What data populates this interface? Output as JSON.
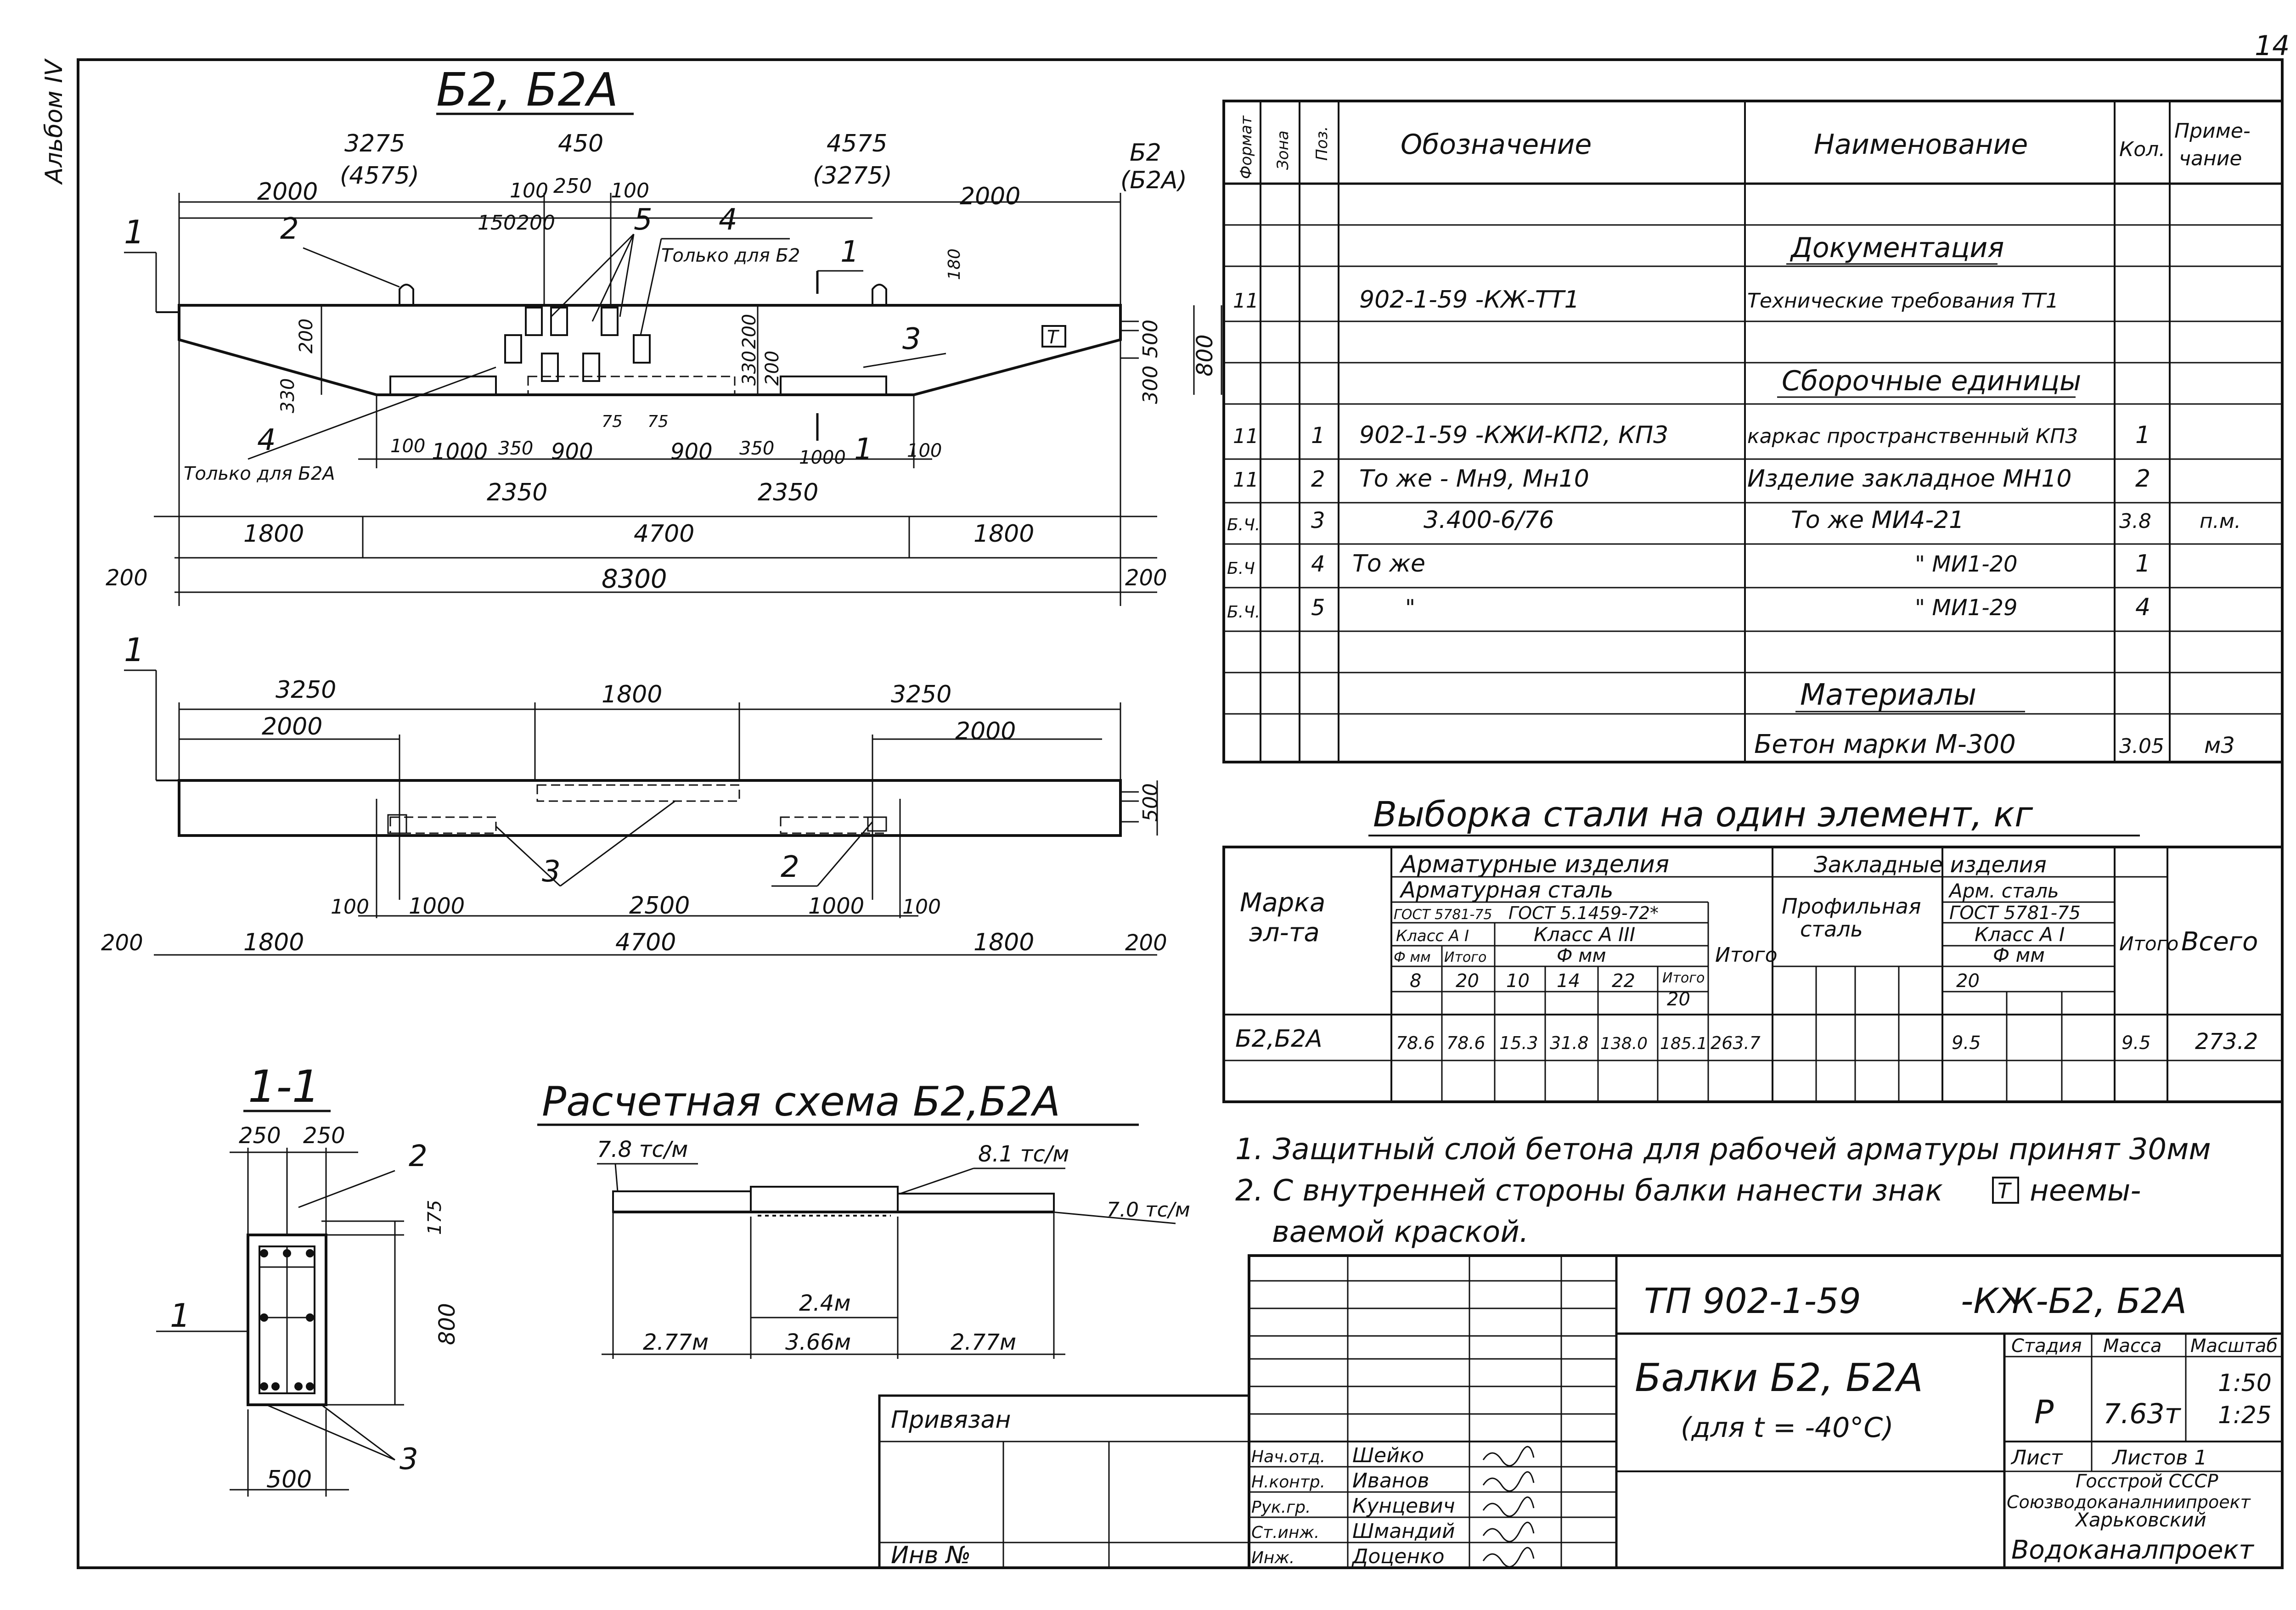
{
  "corner": {
    "margin_note": "Альбом IV",
    "sheet_mark": "14"
  },
  "drawing": {
    "title": "Б2, Б2А",
    "view1": {
      "dims_top": [
        "3275",
        "(4575)",
        "450",
        "4575",
        "(3275)",
        "Б2",
        "(Б2А)",
        "2000",
        "2000",
        "100",
        "250",
        "100",
        "150",
        "200"
      ],
      "callouts": [
        "1",
        "2",
        "4",
        "5",
        "1",
        "3",
        "1",
        "4"
      ],
      "callout_notes": [
        "Только для Б2",
        "Только для Б2А"
      ],
      "dims_left": [
        "200",
        "330"
      ],
      "dims_mid": [
        "200",
        "330",
        "200"
      ],
      "dims_right": [
        "500",
        "800",
        "300"
      ],
      "small_dims": [
        "180",
        "75",
        "75"
      ],
      "dims_bottom": [
        "100",
        "1000",
        "350",
        "900",
        "900",
        "350",
        "1000",
        "100"
      ],
      "dims_2350": [
        "2350",
        "2350"
      ],
      "dims_row3": [
        "1800",
        "4700",
        "1800"
      ],
      "dims_total": [
        "200",
        "8300",
        "200"
      ],
      "t_mark": "Т"
    },
    "view2": {
      "callout": "1",
      "dims_top": [
        "3250",
        "1800",
        "3250",
        "2000",
        "2000"
      ],
      "dim_right": "500",
      "callouts": [
        "3",
        "2"
      ],
      "dims_bottom": [
        "100",
        "1000",
        "2500",
        "1000",
        "100"
      ],
      "dims_total": [
        "200",
        "1800",
        "4700",
        "1800",
        "200"
      ]
    },
    "section": {
      "title": "1-1",
      "dims_top": [
        "250",
        "250"
      ],
      "callouts": [
        "2",
        "1",
        "3"
      ],
      "dims_right": [
        "175",
        "800"
      ],
      "dim_bottom": "500"
    },
    "scheme": {
      "title": "Расчетная схема Б2,Б2А",
      "loads": [
        "7.8 тс/м",
        "8.1 тс/м",
        "7.0 тс/м"
      ],
      "spans": [
        "2.4м",
        "2.77м",
        "3.66м",
        "2.77м"
      ]
    }
  },
  "spec_table": {
    "headers": [
      "Формат",
      "Зона",
      "Поз.",
      "Обозначение",
      "Наименование",
      "Кол.",
      "Приме-\nчание"
    ],
    "rows": [
      {
        "fmt": "",
        "pos": "",
        "code": "",
        "name": "Документация",
        "qty": "",
        "note": "",
        "heading": true
      },
      {
        "fmt": "11",
        "pos": "",
        "code": "902-1-59 -КЖ-ТТ1",
        "name": "Технические требования ТТ1",
        "qty": "",
        "note": ""
      },
      {
        "fmt": "",
        "pos": "",
        "code": "",
        "name": "Сборочные единицы",
        "qty": "",
        "note": "",
        "heading": true
      },
      {
        "fmt": "11",
        "pos": "1",
        "code": "902-1-59 -КЖИ-КП2, КП3",
        "name": "каркас пространственный КП3",
        "qty": "1",
        "note": ""
      },
      {
        "fmt": "11",
        "pos": "2",
        "code": "То же - Мн9, Мн10",
        "name": "Изделие закладное МН10",
        "qty": "2",
        "note": ""
      },
      {
        "fmt": "Б.Ч.",
        "pos": "3",
        "code": "3.400-6/76",
        "name": "То же МИ4-21",
        "qty": "3.8",
        "note": "п.м."
      },
      {
        "fmt": "Б.Ч",
        "pos": "4",
        "code": "То же",
        "name": "\" МИ1-20",
        "qty": "1",
        "note": ""
      },
      {
        "fmt": "Б.Ч.",
        "pos": "5",
        "code": "\"",
        "name": "\" МИ1-29",
        "qty": "4",
        "note": ""
      },
      {
        "fmt": "",
        "pos": "",
        "code": "",
        "name": "Материалы",
        "qty": "",
        "note": "",
        "heading": true
      },
      {
        "fmt": "",
        "pos": "",
        "code": "",
        "name": "Бетон марки М-300",
        "qty": "3.05",
        "note": "м3"
      }
    ]
  },
  "steel_table": {
    "title": "Выборка стали на один элемент, кг",
    "h_mark": "Марка эл-та",
    "h_arm": "Арматурные изделия",
    "h_arm_steel": "Арматурная сталь",
    "h_gost1": "ГОСТ 5781-75",
    "h_gost2": "ГОСТ 5.1459-72*",
    "h_class1": "Класс А I",
    "h_class3": "Класс А III",
    "h_fmm": "Ф мм",
    "h_itogo": "Итого",
    "h_zakl": "Закладные изделия",
    "h_prof": "Профильная сталь",
    "h_arm2": "Арм. сталь",
    "h_gost3": "ГОСТ 5781-75",
    "h_class4": "Класс А I",
    "h_fmm2": "Ф мм",
    "h_total": "Всего",
    "diam": [
      "8",
      "10",
      "14",
      "22",
      "20"
    ],
    "row": {
      "mark": "Б2,Б2А",
      "v8": "78.6",
      "s1": "78.6",
      "v10": "15.3",
      "v14": "31.8",
      "v22": "138.0",
      "s3": "185.1",
      "itogo": "263.7",
      "v20": "9.5",
      "itogo2": "9.5",
      "total": "273.2"
    }
  },
  "notes": [
    "1. Защитный слой бетона для рабочей арматуры принят 30мм",
    "2. С внутренней стороны балки нанести знак",
    "неемы-",
    "ваемой краской."
  ],
  "stamp": {
    "project": "ТП 902-1-59",
    "code": "-КЖ-Б2, Б2А",
    "title": "Балки Б2, Б2А",
    "subtitle": "(для t = -40°С)",
    "h_stage": "Стадия",
    "h_mass": "Масса",
    "h_scale": "Масштаб",
    "stage": "Р",
    "mass": "7.63т",
    "scale1": "1:50",
    "scale2": "1:25",
    "sheet": "Лист",
    "sheets": "Листов 1",
    "org1": "Госстрой СССР",
    "org2": "Союзводоканалниипроект",
    "org3": "Харьковский",
    "org4": "Водоканалпроект",
    "linked": "Привязан",
    "inv": "Инв №",
    "people": [
      {
        "role": "Нач.отд.",
        "name": "Шейко"
      },
      {
        "role": "Н.контр.",
        "name": "Иванов"
      },
      {
        "role": "Рук.гр.",
        "name": "Кунцевич"
      },
      {
        "role": "Ст.инж.",
        "name": "Шмандий"
      },
      {
        "role": "Инж.",
        "name": "Доценко"
      }
    ]
  }
}
